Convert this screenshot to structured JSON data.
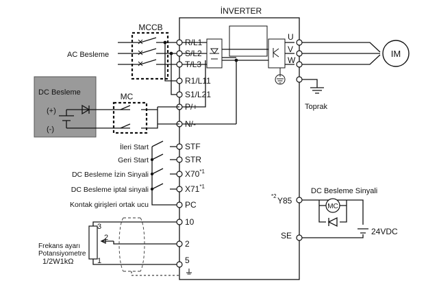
{
  "inverter_title": "İNVERTER",
  "mccb_label": "MCCB",
  "mc_label": "MC",
  "ac_supply_label": "AC Besleme",
  "dc_supply_box_label": "DC Besleme",
  "dc_plus": "(+)",
  "dc_minus": "(-)",
  "motor_label": "IM",
  "ground_label": "Toprak",
  "power_terminals": [
    "R/L1",
    "S/L2",
    "T/L3",
    "R1/L11",
    "S1/L21",
    "P/+",
    "N/-"
  ],
  "output_terminals": [
    "U",
    "V",
    "W"
  ],
  "inputs": [
    {
      "label": "İleri Start",
      "terminal": "STF",
      "sup": ""
    },
    {
      "label": "Geri Start",
      "terminal": "STR",
      "sup": ""
    },
    {
      "label": "DC Besleme İzin Sinyali",
      "terminal": "X70",
      "sup": "*1"
    },
    {
      "label": "DC Besleme iptal sinyali",
      "terminal": "X71",
      "sup": "*1"
    },
    {
      "label": "Kontak girişleri ortak ucu",
      "terminal": "PC",
      "sup": ""
    }
  ],
  "analog_terminals": [
    "10",
    "2",
    "5"
  ],
  "pot_pins": [
    "3",
    "2",
    "1"
  ],
  "pot_label": [
    "Frekans ayarı",
    "Potansiyometre",
    "1/2W1kΩ"
  ],
  "y85_terminal": "Y85",
  "y85_note": "*2",
  "se_terminal": "SE",
  "dc_signal_label": "DC Besleme Sinyali",
  "relay_coil": "MC",
  "vdc_label": "24VDC"
}
